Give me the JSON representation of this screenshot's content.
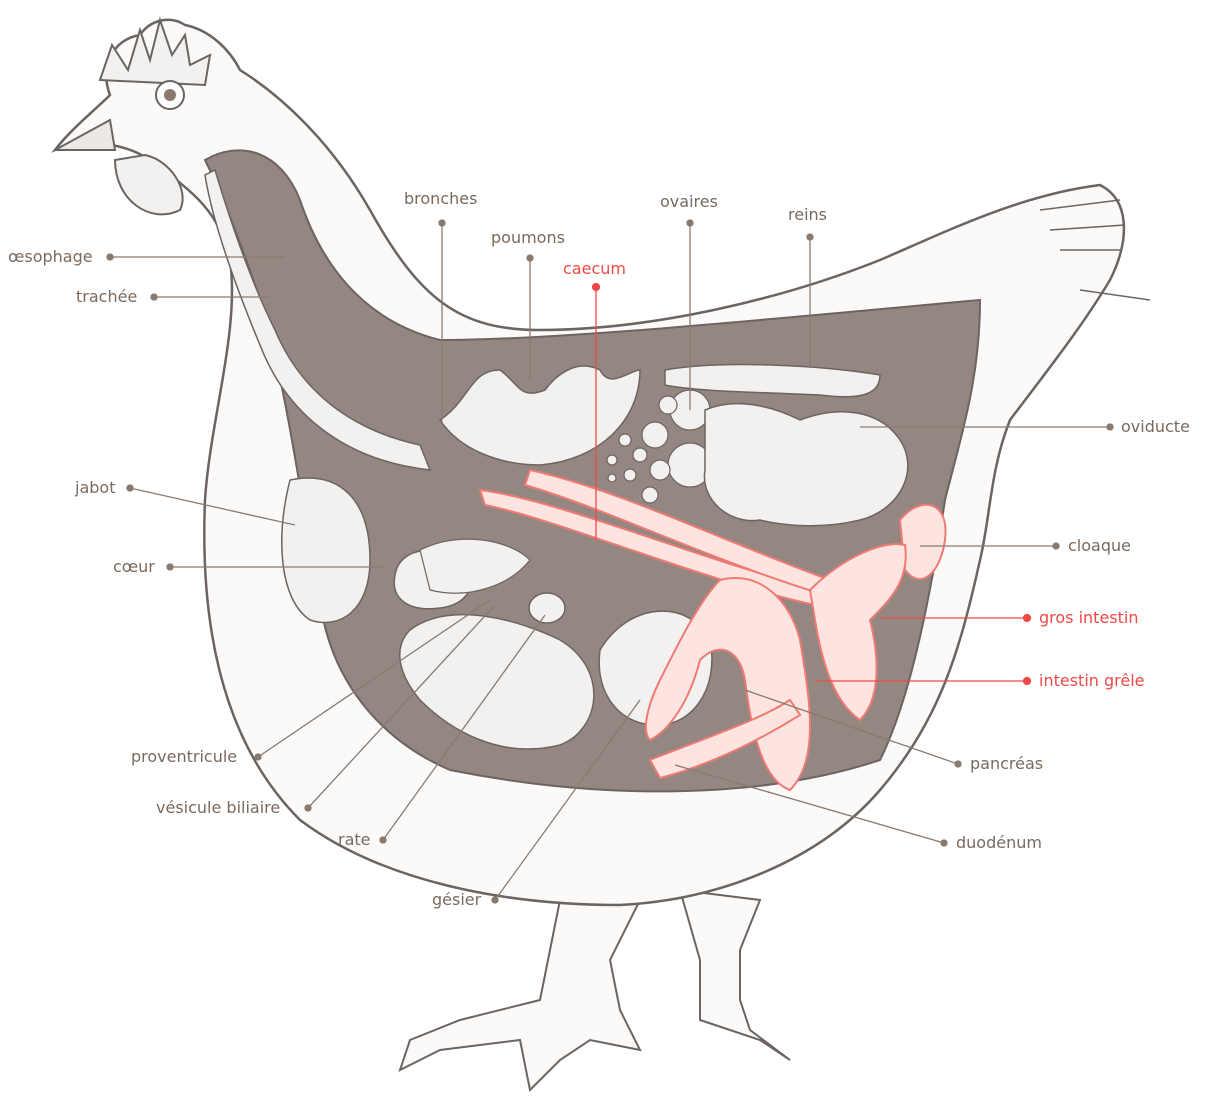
{
  "colors": {
    "body_fill": "#fbfaf9",
    "body_stroke": "#6c6460",
    "cavity_fill": "#948680",
    "organ_fill": "#f3f1ef",
    "organ_shade": "#d2cbc6",
    "label_text": "#7a6a5e",
    "label_line": "#8a7a6e",
    "highlight_text": "#ee4a45",
    "highlight_line": "#ee4a45",
    "highlight_fill": "#fde4e0",
    "highlight_stroke": "#f07a74"
  },
  "labels": {
    "oesophage": "œsophage",
    "trachee": "trachée",
    "bronches": "bronches",
    "poumons": "poumons",
    "caecum": "caecum",
    "ovaires": "ovaires",
    "reins": "reins",
    "oviducte": "oviducte",
    "jabot": "jabot",
    "coeur": "cœur",
    "cloaque": "cloaque",
    "gros_intestin": "gros intestin",
    "intestin_grele": "intestin grêle",
    "proventricule": "proventricule",
    "pancreas": "pancréas",
    "vesicule_biliaire": "vésicule biliaire",
    "rate": "rate",
    "duodenum": "duodénum",
    "gesier": "gésier"
  },
  "highlighted": [
    "caecum",
    "gros_intestin",
    "intestin_grele"
  ]
}
